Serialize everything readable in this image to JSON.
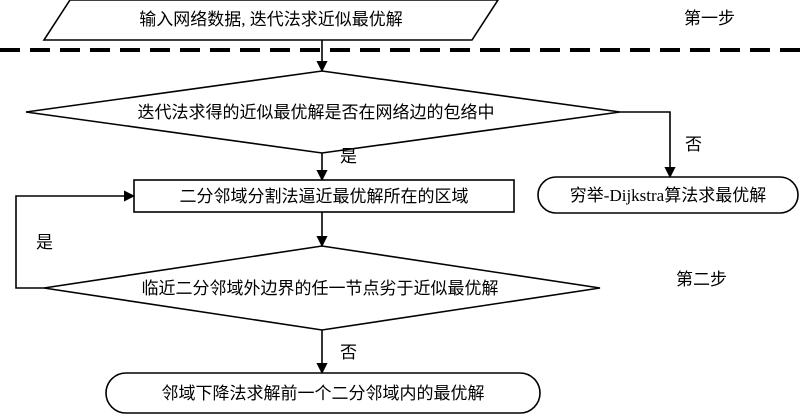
{
  "steps": {
    "step1": "第一步",
    "step2": "第二步"
  },
  "nodes": {
    "input": "输入网络数据, 迭代法求近似最优解",
    "decision1": "迭代法求得的近似最优解是否在网络边的包络中",
    "bisect": "二分邻域分割法逼近最优解所在的区域",
    "exhaustive": "穷举-Dijkstra算法求最优解",
    "decision2": "临近二分邻域外边界的任一节点劣于近似最优解",
    "descent": "邻域下降法求解前一个二分邻域内的最优解"
  },
  "edge_labels": {
    "d1_yes": "是",
    "d1_no": "否",
    "loop_yes": "是",
    "d2_no": "否"
  }
}
